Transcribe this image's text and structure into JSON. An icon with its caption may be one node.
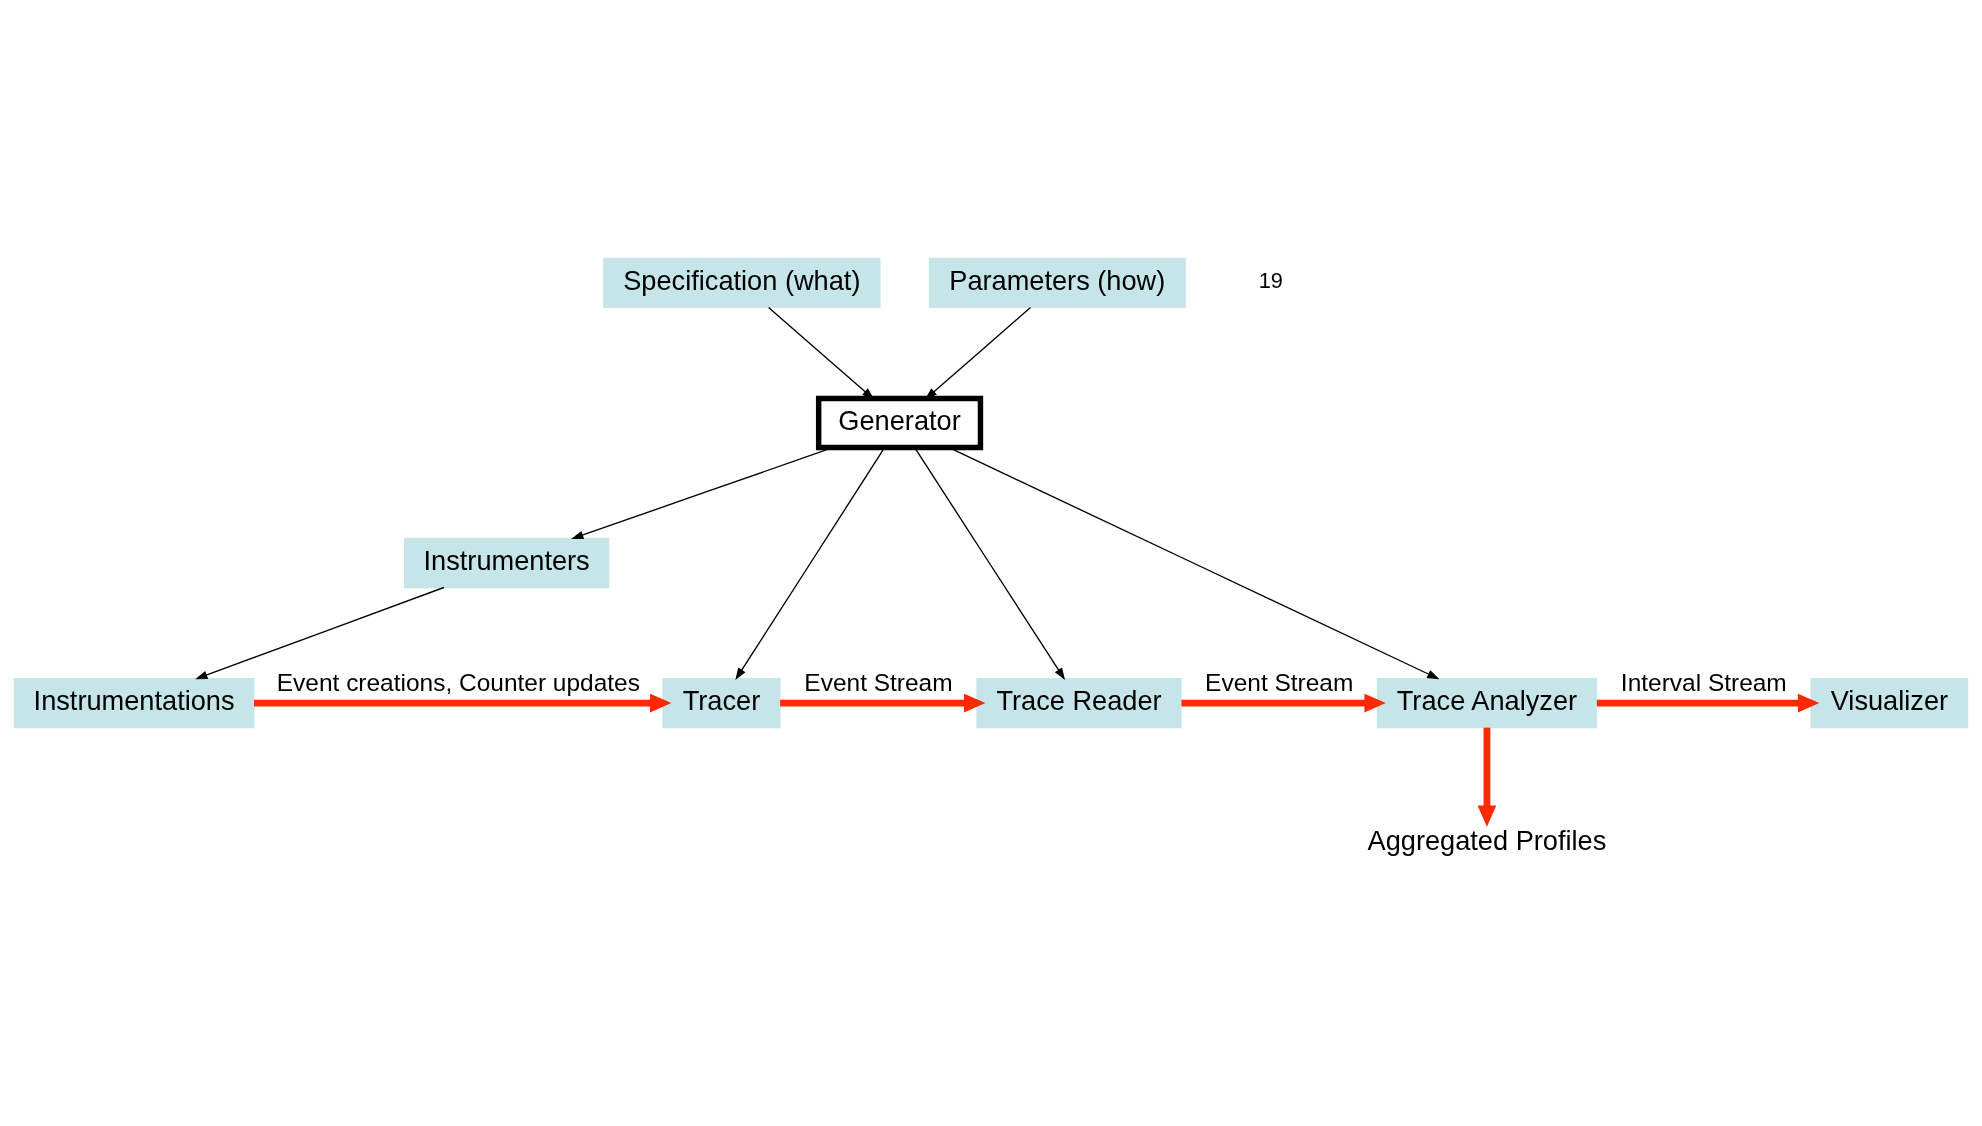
{
  "diagram": {
    "nodes": [
      {
        "text": [
          "Specification (what)"
        ]
      },
      {
        "text": [
          "Parameters (how)"
        ]
      },
      {
        "text": [
          "Generator"
        ]
      },
      {
        "text": [
          "Instrumenters"
        ]
      },
      {
        "text": [
          "Instrumentations"
        ]
      },
      {
        "text": [
          "Tracer"
        ]
      },
      {
        "text": [
          "Trace Reader"
        ]
      },
      {
        "text": [
          "Trace Analyzer"
        ]
      },
      {
        "text": [
          "Visualizer"
        ]
      },
      {
        "text": [
          "Aggregated Profiles"
        ]
      }
    ],
    "edges": [
      {
        "from": 0,
        "to": 2,
        "arrow": "to"
      },
      {
        "from": 1,
        "to": 2,
        "arrow": "to"
      },
      {
        "from": 2,
        "to": 3,
        "arrow": "to"
      },
      {
        "from": 2,
        "to": 5,
        "arrow": "to"
      },
      {
        "from": 2,
        "to": 6,
        "arrow": "to"
      },
      {
        "from": 2,
        "to": 7,
        "arrow": "to"
      },
      {
        "from": 3,
        "to": 4,
        "arrow": "to"
      },
      {
        "from": 4,
        "to": 5,
        "arrow": "to",
        "label": "Event creations, Counter updates",
        "style": "thick",
        "color": "#ff2a00"
      },
      {
        "from": 5,
        "to": 6,
        "arrow": "to",
        "label": "Event Stream",
        "style": "thick",
        "color": "#ff2a00"
      },
      {
        "from": 6,
        "to": 7,
        "arrow": "to",
        "label": "Event Stream",
        "style": "thick",
        "color": "#ff2a00"
      },
      {
        "from": 7,
        "to": 8,
        "arrow": "to",
        "label": "Interval Stream",
        "style": "thick",
        "color": "#ff2a00"
      },
      {
        "from": 7,
        "to": 9,
        "arrow": "to",
        "style": "thick",
        "color": "#ff2a00"
      }
    ],
    "labels": [
      "19"
    ]
  }
}
